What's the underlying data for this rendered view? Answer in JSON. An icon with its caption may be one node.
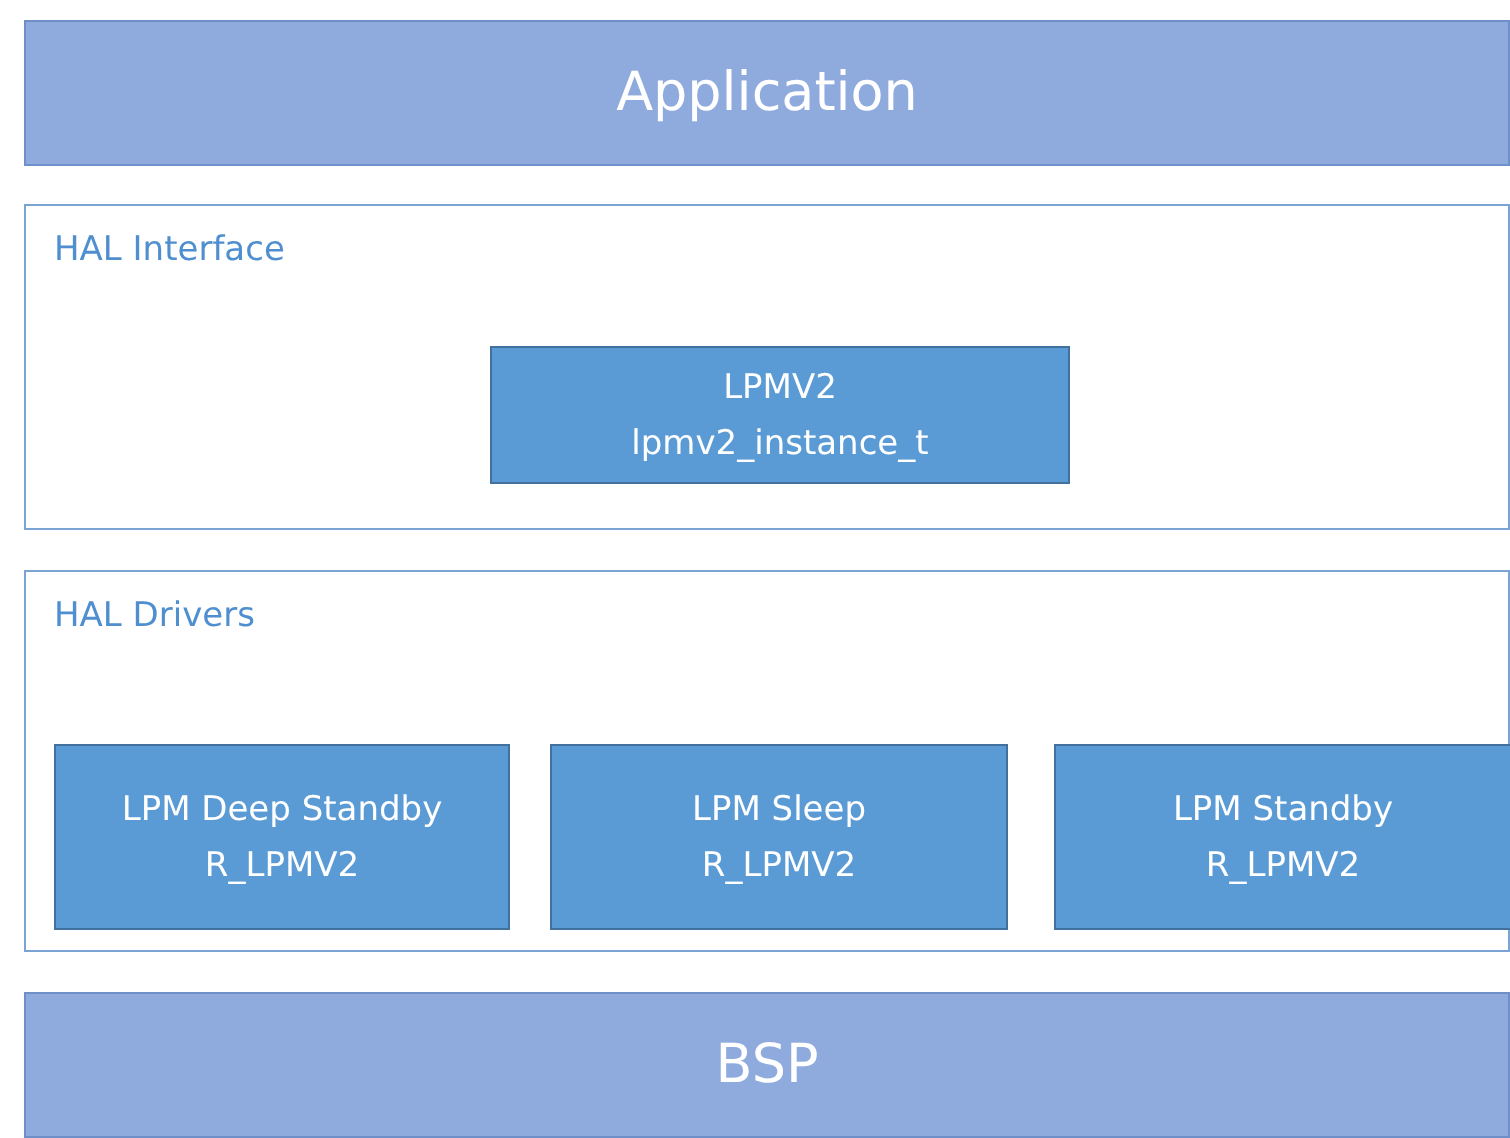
{
  "diagram": {
    "nodes": [
      {
        "text": [
          "Application"
        ]
      },
      {
        "text": [
          "HAL Interface"
        ]
      },
      {
        "text": [
          "LPMV2",
          "lpmv2_instance_t"
        ],
        "in": 1
      },
      {
        "text": [
          "HAL Drivers"
        ]
      },
      {
        "text": [
          "LPM Deep Standby",
          "R_LPMV2"
        ],
        "in": 3
      },
      {
        "text": [
          "LPM Sleep",
          "R_LPMV2"
        ],
        "in": 3
      },
      {
        "text": [
          "LPM Standby",
          "R_LPMV2"
        ],
        "in": 3
      },
      {
        "text": [
          "BSP"
        ]
      }
    ]
  }
}
